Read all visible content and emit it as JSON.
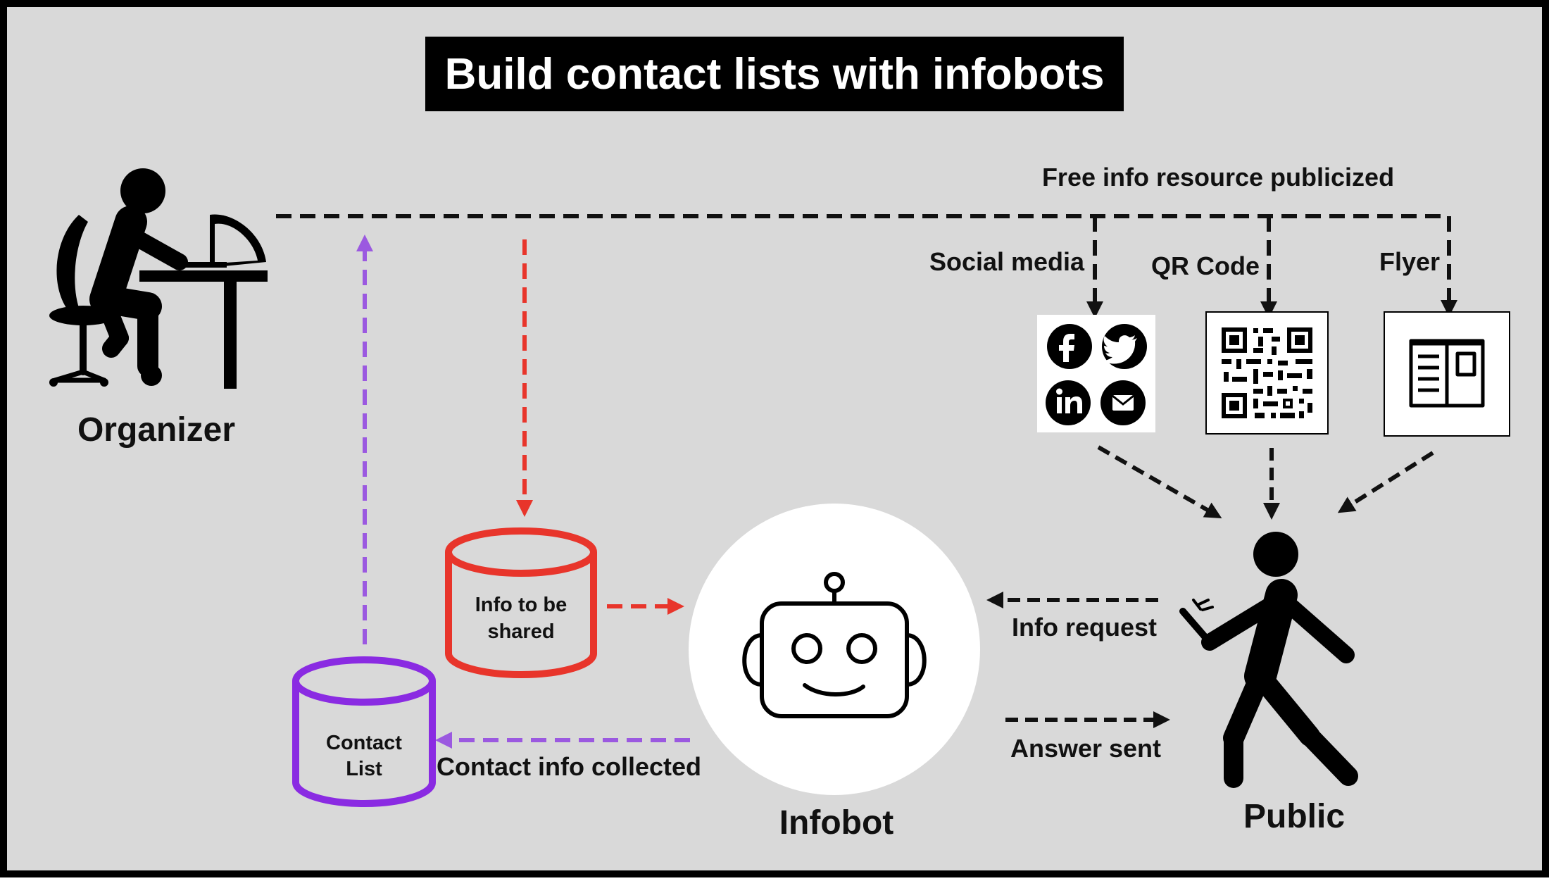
{
  "title": "Build contact lists with infobots",
  "nodes": {
    "organizer": "Organizer",
    "infobot": "Infobot",
    "public": "Public",
    "info_db_line1": "Info to be",
    "info_db_line2": "shared",
    "contact_db_line1": "Contact",
    "contact_db_line2": "List"
  },
  "channels": {
    "header": "Free info resource publicized",
    "social": "Social media",
    "qr": "QR Code",
    "flyer": "Flyer"
  },
  "flows": {
    "info_request": "Info request",
    "answer_sent": "Answer sent",
    "contact_collected": "Contact info collected"
  },
  "icons": {
    "organizer": "person-at-computer-icon",
    "public": "person-with-phone-icon",
    "infobot": "robot-icon",
    "social": [
      "facebook-icon",
      "twitter-icon",
      "linkedin-icon",
      "email-icon"
    ],
    "qr": "qr-code-icon",
    "flyer": "flyer-icon"
  },
  "colors": {
    "background": "#d9d9d9",
    "frame": "#000000",
    "info_flow": "#e8352b",
    "contact_flow": "#9b59e0",
    "contact_db": "#8a2be2",
    "text": "#111111"
  }
}
